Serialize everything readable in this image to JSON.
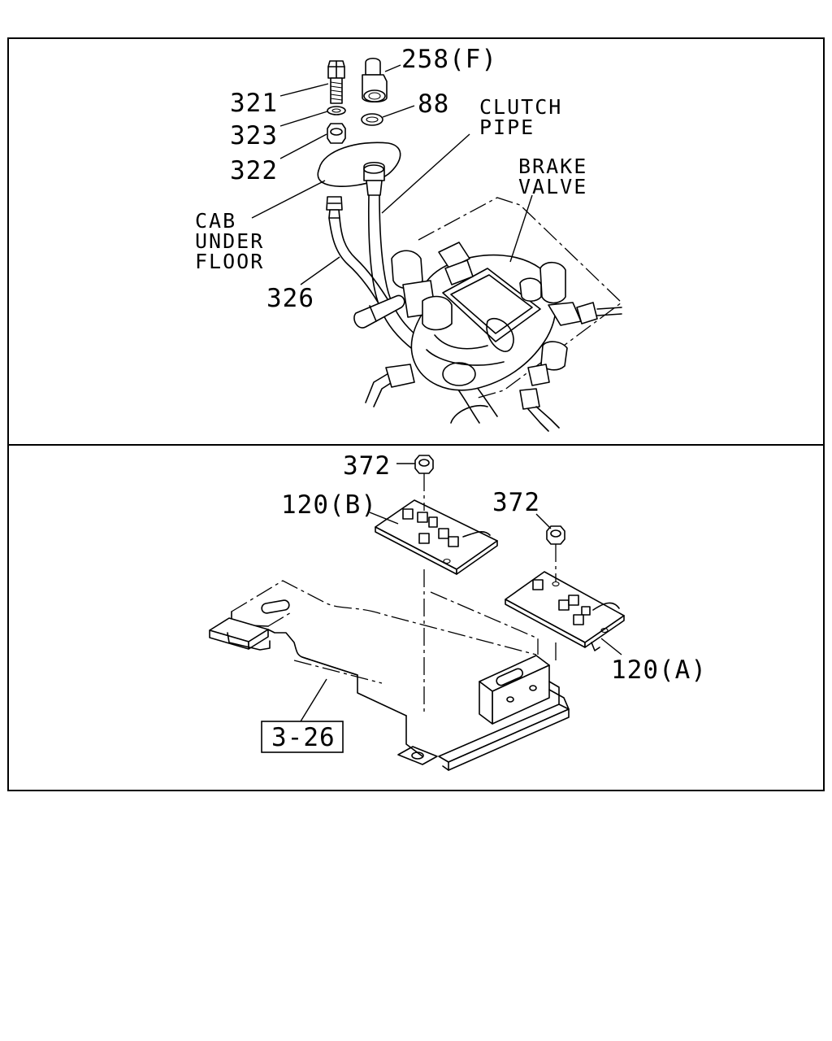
{
  "top_panel": {
    "labels": {
      "p321": "321",
      "p323": "323",
      "p322": "322",
      "p258": "258(F)",
      "p88": "88",
      "p326": "326"
    },
    "callouts": {
      "clutch_pipe": [
        "CLUTCH",
        "PIPE"
      ],
      "brake_valve": [
        "BRAKE",
        "VALVE"
      ],
      "cab_under_floor": [
        "CAB",
        "UNDER",
        "FLOOR"
      ]
    }
  },
  "bottom_panel": {
    "labels": {
      "p372_top": "372",
      "p372_right": "372",
      "p120b": "120(B)",
      "p120a": "120(A)"
    },
    "reference_box": "3-26"
  },
  "colors": {
    "ink": "#000000",
    "paper": "#ffffff"
  }
}
